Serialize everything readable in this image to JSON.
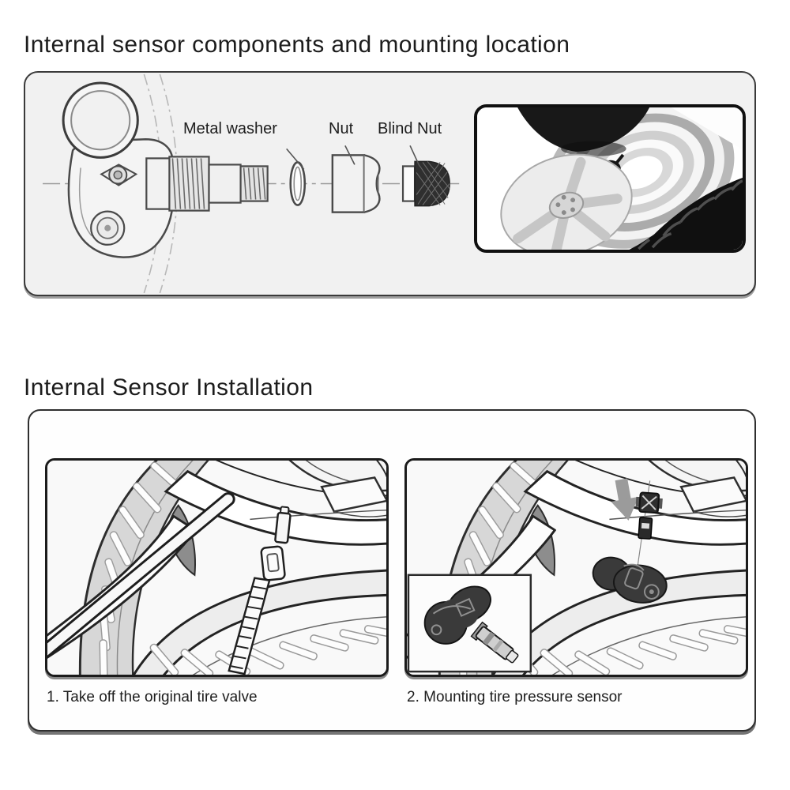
{
  "page": {
    "background": "#ffffff",
    "text_color": "#1c1c1c"
  },
  "section_components": {
    "title": "Internal sensor components and mounting location",
    "part_labels": {
      "metal_washer": "Metal washer",
      "nut": "Nut",
      "blind_nut": "Blind Nut"
    },
    "figures": {
      "sensor_diagram": "tpms-sensor-exploded-line-drawing",
      "wheel_photo": "wheel-with-internal-sensor-photo"
    }
  },
  "section_installation": {
    "title": "Internal Sensor Installation",
    "steps": [
      {
        "number": "1",
        "caption": "1. Take off the original tire valve",
        "figure": "remove-original-valve-illustration"
      },
      {
        "number": "2",
        "caption": "2. Mounting tire pressure sensor",
        "figure": "mount-pressure-sensor-illustration"
      }
    ]
  },
  "colors": {
    "box_background": "#f1f1f1",
    "line_art": "#2d2d2d",
    "tire_gray": "#d7d7d7",
    "sensor_dark": "#3a3a3a",
    "arrow_gray": "#9b9b9b"
  }
}
